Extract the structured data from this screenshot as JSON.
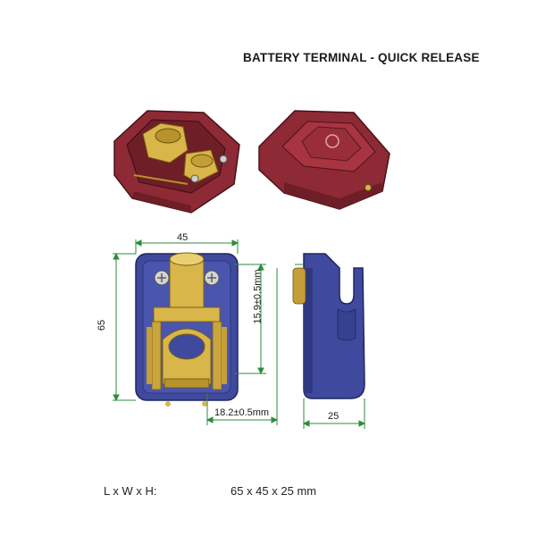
{
  "title": "BATTERY TERMINAL - QUICK RELEASE",
  "dimensions": {
    "width": "45",
    "length": "65",
    "height": "15.9±0.5mm",
    "offset": "18.2±0.5mm",
    "depth": "25"
  },
  "spec": {
    "label": "L x W x H:",
    "value": "65 x 45 x 25 mm"
  },
  "colors": {
    "red_body": "#8e2a35",
    "blue_body": "#3f4a9e",
    "brass": "#d9b64a",
    "dimension_line": "#2e8b3e"
  }
}
